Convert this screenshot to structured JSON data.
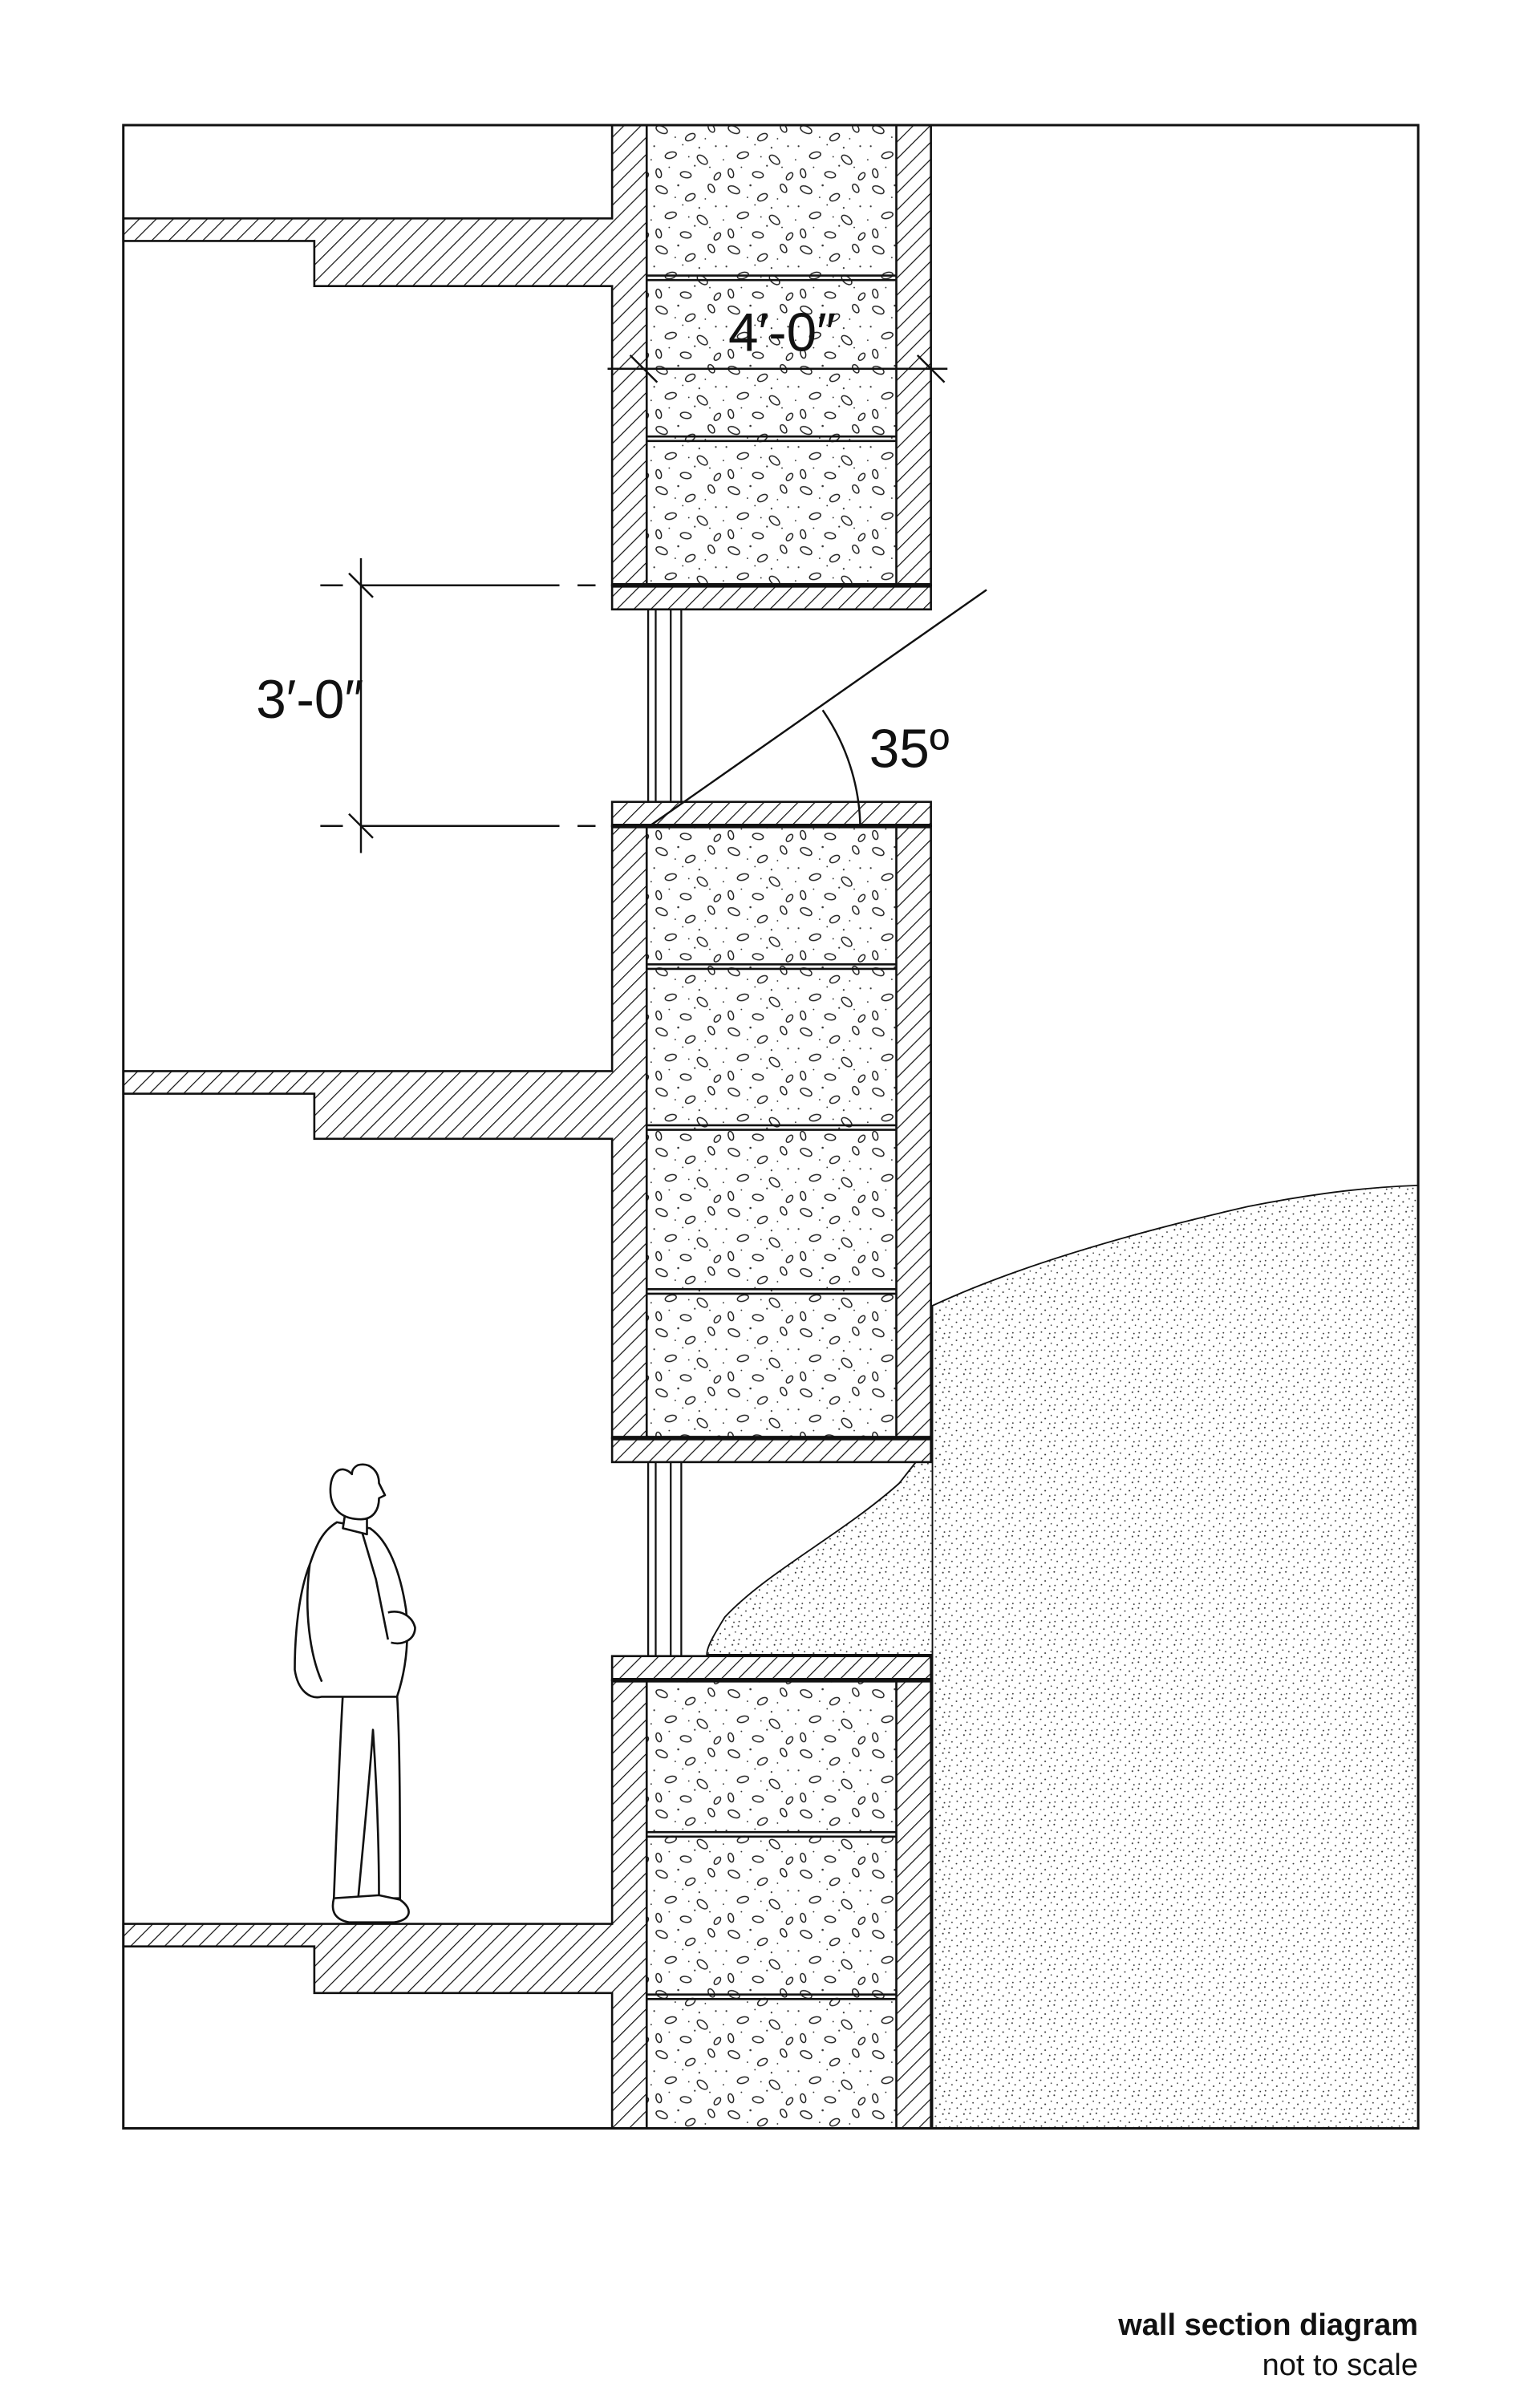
{
  "title": "wall section diagram",
  "subtitle": "not to scale",
  "dimensions": {
    "wall_thickness": "4′-0″",
    "window_height": "3′-0″",
    "angle": "35º"
  },
  "figure": "person-standing",
  "colors": {
    "line": "#111111",
    "background": "#ffffff"
  }
}
